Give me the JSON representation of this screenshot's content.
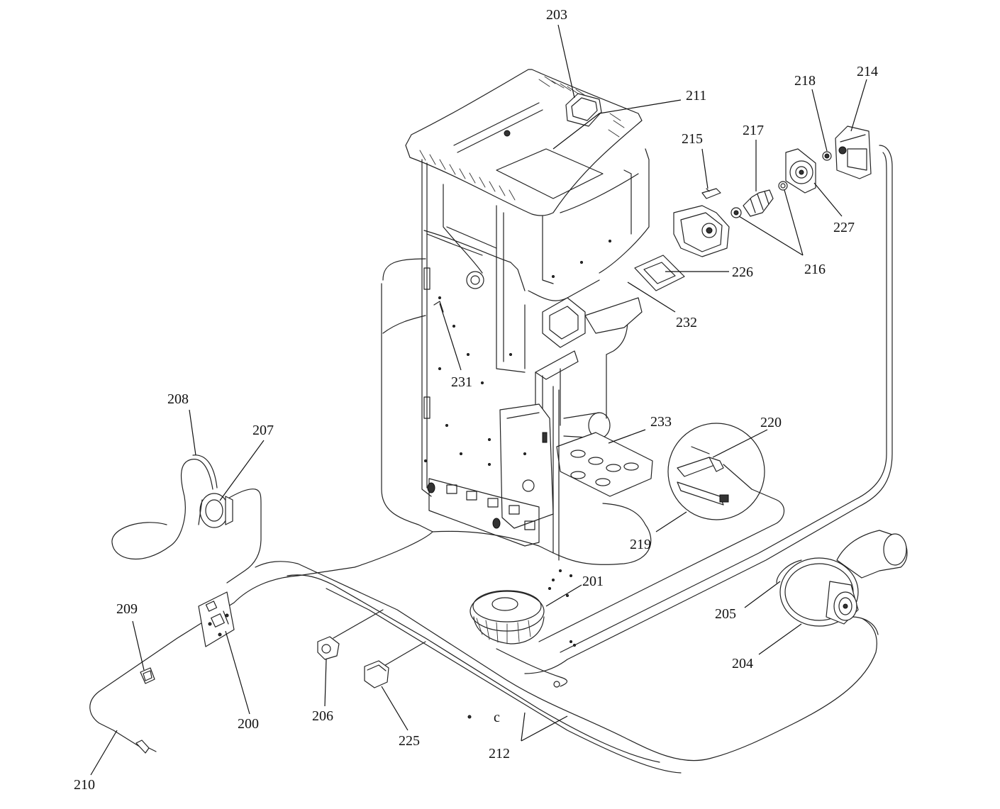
{
  "diagram": {
    "parts": [
      {
        "id": "p203",
        "number": "203"
      },
      {
        "id": "p211",
        "number": "211"
      },
      {
        "id": "p218",
        "number": "218"
      },
      {
        "id": "p214",
        "number": "214"
      },
      {
        "id": "p217",
        "number": "217"
      },
      {
        "id": "p215",
        "number": "215"
      },
      {
        "id": "p227",
        "number": "227"
      },
      {
        "id": "p216",
        "number": "216"
      },
      {
        "id": "p226",
        "number": "226"
      },
      {
        "id": "p232",
        "number": "232"
      },
      {
        "id": "p231",
        "number": "231"
      },
      {
        "id": "p208",
        "number": "208"
      },
      {
        "id": "p207",
        "number": "207"
      },
      {
        "id": "p233",
        "number": "233"
      },
      {
        "id": "p220",
        "number": "220"
      },
      {
        "id": "p219",
        "number": "219"
      },
      {
        "id": "p201",
        "number": "201"
      },
      {
        "id": "p205",
        "number": "205"
      },
      {
        "id": "p209",
        "number": "209"
      },
      {
        "id": "p204",
        "number": "204"
      },
      {
        "id": "p200",
        "number": "200"
      },
      {
        "id": "p206",
        "number": "206"
      },
      {
        "id": "p225",
        "number": "225"
      },
      {
        "id": "p212",
        "number": "212"
      },
      {
        "id": "p210",
        "number": "210"
      }
    ],
    "colors": {
      "line": "#222222",
      "background": "#ffffff"
    }
  }
}
